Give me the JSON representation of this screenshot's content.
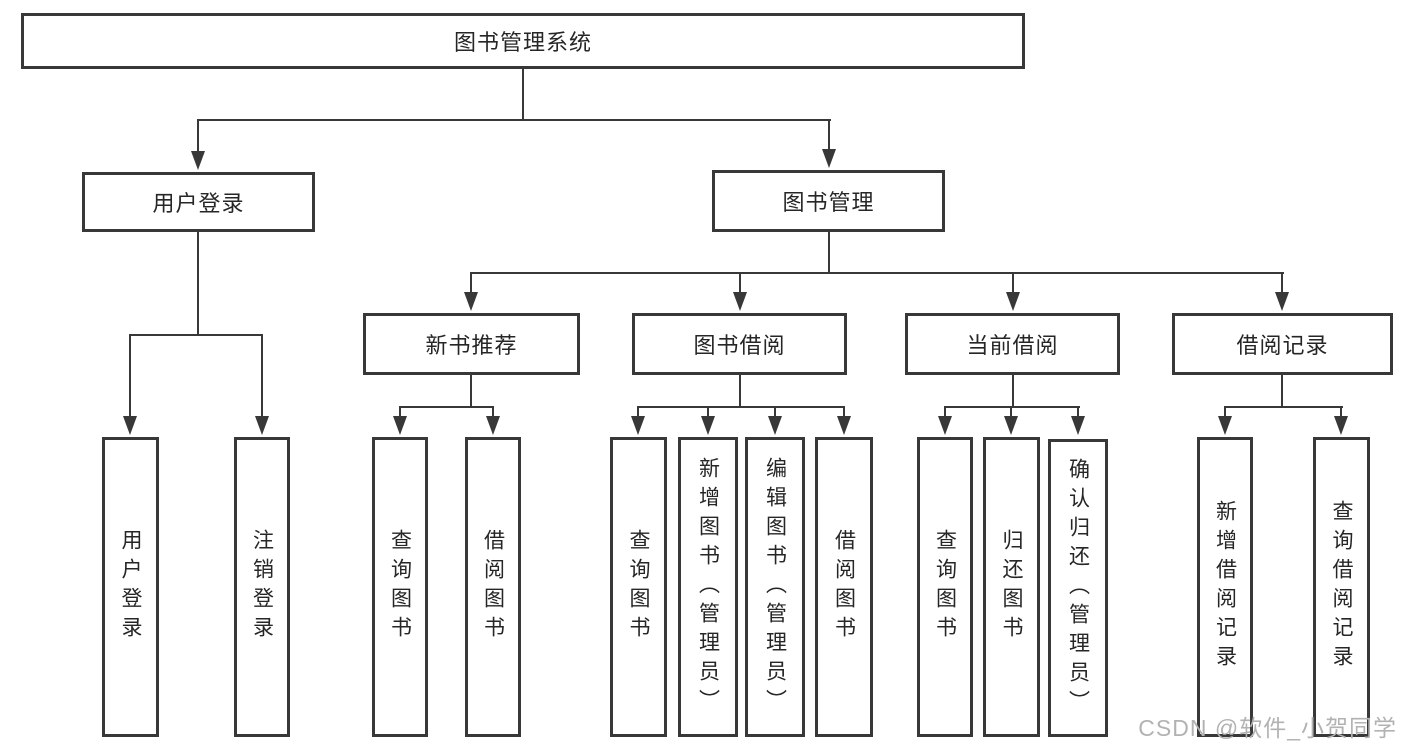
{
  "diagram": {
    "type": "hierarchy-tree",
    "line_color": "#383838",
    "background": "#ffffff"
  },
  "nodes": {
    "root": "图书管理系统",
    "userLogin": "用户登录",
    "bookMgmt": "图书管理",
    "login": "用户登录",
    "logout": "注销登录",
    "newBookRec": "新书推荐",
    "bookBorrow": "图书借阅",
    "currentBorrow": "当前借阅",
    "borrowRecord": "借阅记录",
    "nbQueryBook": "查询图书",
    "nbBorrowBook": "借阅图书",
    "bbQueryBook": "查询图书",
    "bbAddBook": "新增图书（管理员）",
    "bbEditBook": "编辑图书（管理员）",
    "bbBorrowBook": "借阅图书",
    "cbQueryBook": "查询图书",
    "cbReturnBook": "归还图书",
    "cbConfirmReturn": "确认归还（管理员）",
    "brAddRecord": "新增借阅记录",
    "brQueryRecord": "查询借阅记录"
  },
  "watermark": "CSDN @软件_小贺同学"
}
